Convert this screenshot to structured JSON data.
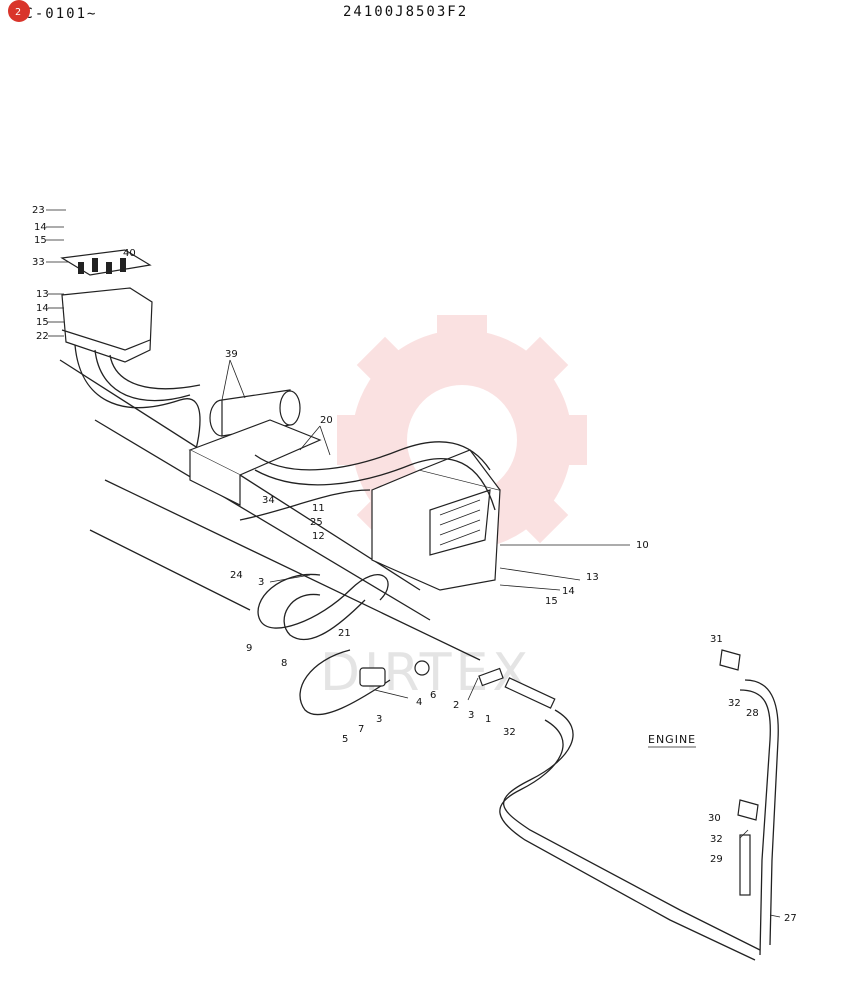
{
  "header": {
    "model_range": "YC-0101∼",
    "drawing_number": "24100J8503F2",
    "badge": "2"
  },
  "watermark": {
    "text": "DIRTEX",
    "color": "#f7c4c4"
  },
  "labels": {
    "engine": "ENGINE"
  },
  "callouts": {
    "c23": "23",
    "c14a": "14",
    "c15a": "15",
    "c40": "40",
    "c33": "33",
    "c13a": "13",
    "c14b": "14",
    "c15b": "15",
    "c22": "22",
    "c39": "39",
    "c20": "20",
    "c34": "34",
    "c24": "24",
    "c11": "11",
    "c25": "25",
    "c12": "12",
    "c10": "10",
    "c13b": "13",
    "c14c": "14",
    "c15c": "15",
    "c3a": "3",
    "c9": "9",
    "c8": "8",
    "c21": "21",
    "c6": "6",
    "c2": "2",
    "c3b": "3",
    "c1": "1",
    "c32a": "32",
    "c5": "5",
    "c7": "7",
    "c3c": "3",
    "c4": "4",
    "c31": "31",
    "c32b": "32",
    "c28": "28",
    "c30": "30",
    "c32c": "32",
    "c29": "29",
    "c27": "27"
  }
}
